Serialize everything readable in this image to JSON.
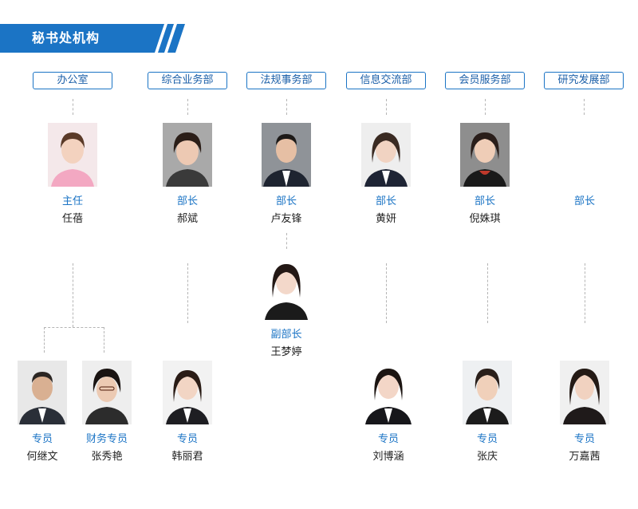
{
  "header": {
    "title": "秘书处机构"
  },
  "departments": [
    "办公室",
    "综合业务部",
    "法规事务部",
    "信息交流部",
    "会员服务部",
    "研究发展部"
  ],
  "heads": [
    {
      "role": "主任",
      "name": "任蓓"
    },
    {
      "role": "部长",
      "name": "郝斌"
    },
    {
      "role": "部长",
      "name": "卢友锋"
    },
    {
      "role": "部长",
      "name": "黄妍"
    },
    {
      "role": "部长",
      "name": "倪姝琪"
    },
    {
      "role": "部长",
      "name": ""
    }
  ],
  "deputy": {
    "role": "副部长",
    "name": "王梦婷"
  },
  "staff": [
    {
      "role": "专员",
      "name": "何继文"
    },
    {
      "role": "财务专员",
      "name": "张秀艳"
    },
    {
      "role": "专员",
      "name": "韩丽君"
    },
    {
      "role": "专员",
      "name": "刘博涵"
    },
    {
      "role": "专员",
      "name": "张庆"
    },
    {
      "role": "专员",
      "name": "万嘉茜"
    }
  ],
  "colors": {
    "accent": "#1b74c5",
    "banner": "#1b74c5"
  }
}
